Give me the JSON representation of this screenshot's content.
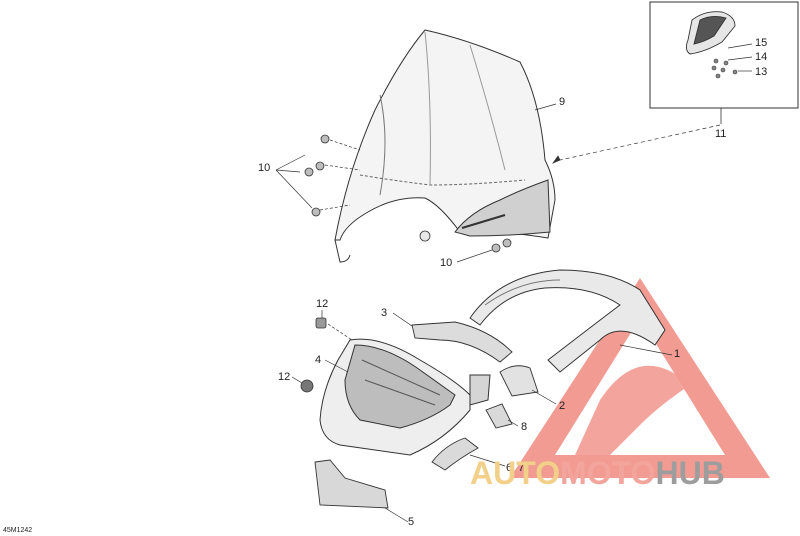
{
  "diagram": {
    "drawing_code": "45M1242",
    "callouts": {
      "c1": "1",
      "c2": "2",
      "c3": "3",
      "c4": "4",
      "c5": "5",
      "c67": "6, 7",
      "c8": "8",
      "c9": "9",
      "c10a": "10",
      "c10b": "10",
      "c11": "11",
      "c12a": "12",
      "c12b": "12",
      "c13": "13",
      "c14": "14",
      "c15": "15"
    }
  },
  "watermark": {
    "part1": "AUTO",
    "part2": "MOTO",
    "part3": "HUB",
    "colors": {
      "triangle": "#f08a80",
      "auto": "#f2d08a",
      "moto": "#f3a49c",
      "hub": "#9d9d9d"
    }
  },
  "colors": {
    "line": "#333333",
    "part_fill": "#eeeeee",
    "part_shade": "#bdbdbd"
  }
}
